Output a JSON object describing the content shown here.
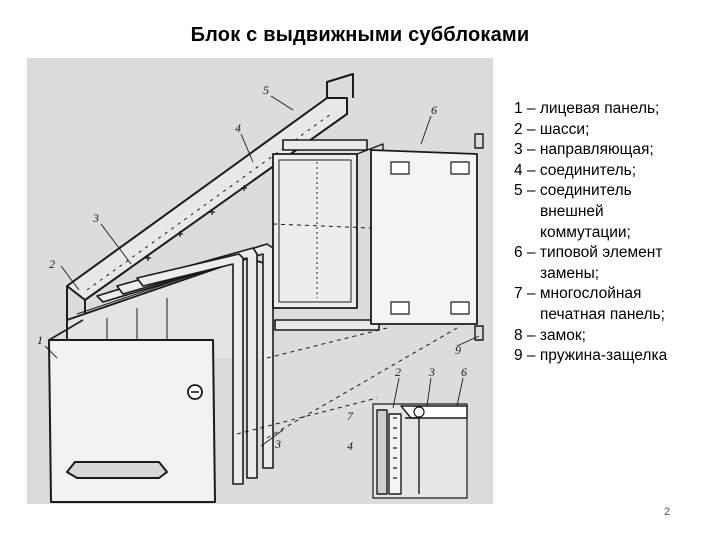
{
  "title": "Блок с выдвижными субблоками",
  "legend": [
    {
      "lines": [
        "1 – лицевая панель;"
      ]
    },
    {
      "lines": [
        "2 – шасси;"
      ]
    },
    {
      "lines": [
        "3 – направляющая;"
      ]
    },
    {
      "lines": [
        "4 – соединитель;"
      ]
    },
    {
      "lines": [
        "5 – соединитель",
        "внешней",
        "коммутации;"
      ]
    },
    {
      "lines": [
        "6 – типовой элемент",
        "замены;"
      ]
    },
    {
      "lines": [
        "7 – многослойная",
        "печатная панель;"
      ]
    },
    {
      "lines": [
        "8 – замок;"
      ]
    },
    {
      "lines": [
        "9 – пружина-защелка"
      ]
    }
  ],
  "figure_labels": {
    "l1": "1",
    "l2": "2",
    "l3": "3",
    "l4": "4",
    "l5": "5",
    "l6": "6",
    "l9": "9",
    "d2": "2",
    "d3": "3",
    "d6": "6",
    "d7": "7",
    "d4": "4"
  },
  "page_number": "2"
}
